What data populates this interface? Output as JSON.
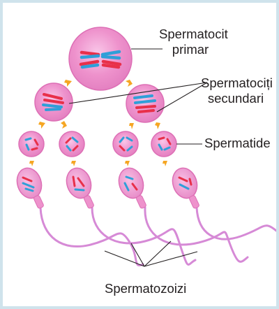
{
  "labels": {
    "primary_spermatocyte": [
      "Spermatocit",
      "primar"
    ],
    "secondary_spermatocytes": [
      "Spermatociți",
      "secundari"
    ],
    "spermatids": "Spermatide",
    "spermatozoa": "Spermatozoizi"
  },
  "colors": {
    "background": "#ffffff",
    "frame": "#cfe3ec",
    "cell_fill": "#ee92cc",
    "cell_outline": "#dd6fb5",
    "chromosome_red": "#e8304a",
    "chromosome_blue": "#2f9fd8",
    "arrow": "#f5a623",
    "tail": "#d68ad6",
    "leader_line": "#231f20"
  },
  "icons": {
    "division_arrow": "orange-arrow-icon"
  }
}
